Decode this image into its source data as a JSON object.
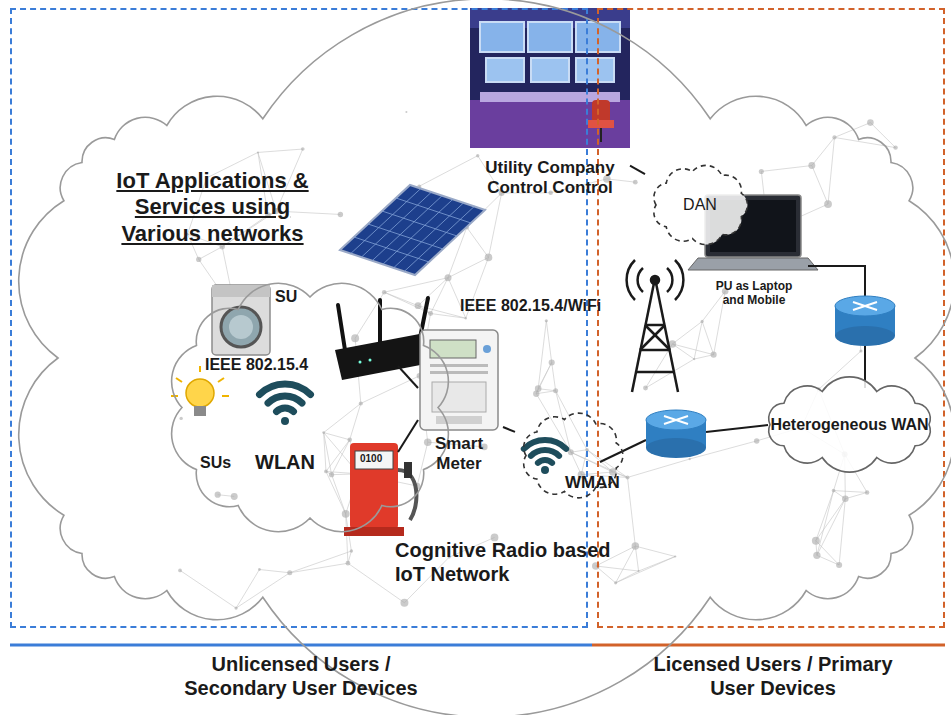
{
  "diagram": {
    "nodes": [
      {
        "text": [
          "Unlicensed Users / Secondary User Devices"
        ]
      },
      {
        "text": [
          "Licensed Users / Primary User Devices"
        ]
      },
      {
        "text": [
          "IoT Applications & Services using Various networks",
          "Cognitive Radio based IoT Network"
        ]
      },
      {
        "text": [
          "WLAN"
        ],
        "in": 2
      },
      {
        "text": [
          "Utility Company Control Control"
        ]
      },
      {
        "text": [
          "DAN"
        ]
      },
      {
        "text": [
          "Smart Meter"
        ],
        "in": 2
      },
      {
        "text": [
          "WMAN"
        ],
        "in": 2
      },
      {
        "text": [
          "PU as Laptop and Mobile"
        ],
        "in": 1
      },
      {
        "text": [
          "Heterogeneous WAN"
        ],
        "in": 1
      }
    ],
    "edges": [
      {
        "from": 4,
        "to": 5,
        "arrow": "none"
      },
      {
        "from": 6,
        "to": 7,
        "arrow": "none"
      }
    ],
    "labels": [
      "SU",
      "IEEE 802.15.4",
      "SUs",
      "IEEE 802.15.4/WiFi",
      "0100"
    ]
  }
}
